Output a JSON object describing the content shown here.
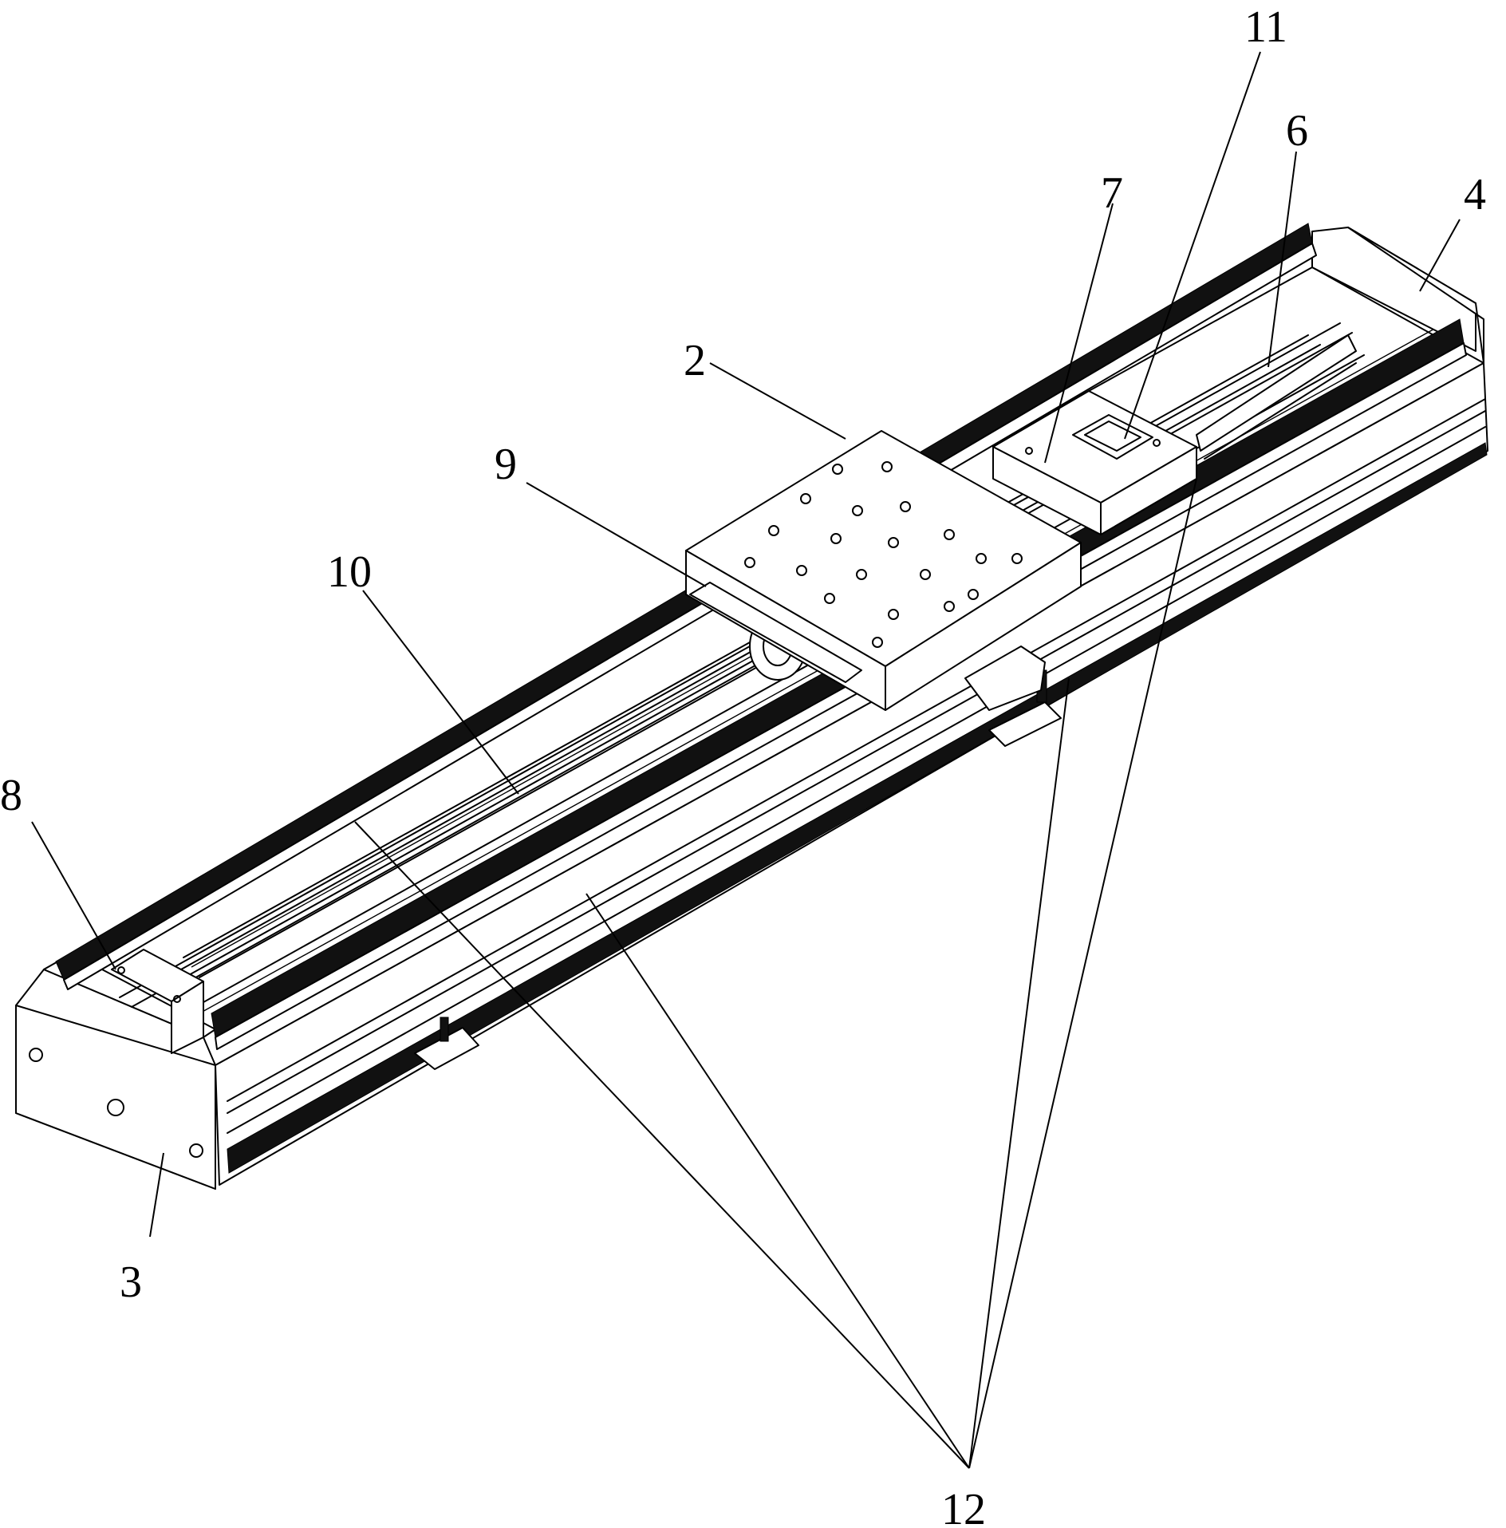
{
  "figure": {
    "labels": [
      {
        "id": "label-2",
        "text": "2"
      },
      {
        "id": "label-3",
        "text": "3"
      },
      {
        "id": "label-4",
        "text": "4"
      },
      {
        "id": "label-6",
        "text": "6"
      },
      {
        "id": "label-7",
        "text": "7"
      },
      {
        "id": "label-8",
        "text": "8"
      },
      {
        "id": "label-9",
        "text": "9"
      },
      {
        "id": "label-10",
        "text": "10"
      },
      {
        "id": "label-11",
        "text": "11"
      },
      {
        "id": "label-12",
        "text": "12"
      }
    ]
  }
}
